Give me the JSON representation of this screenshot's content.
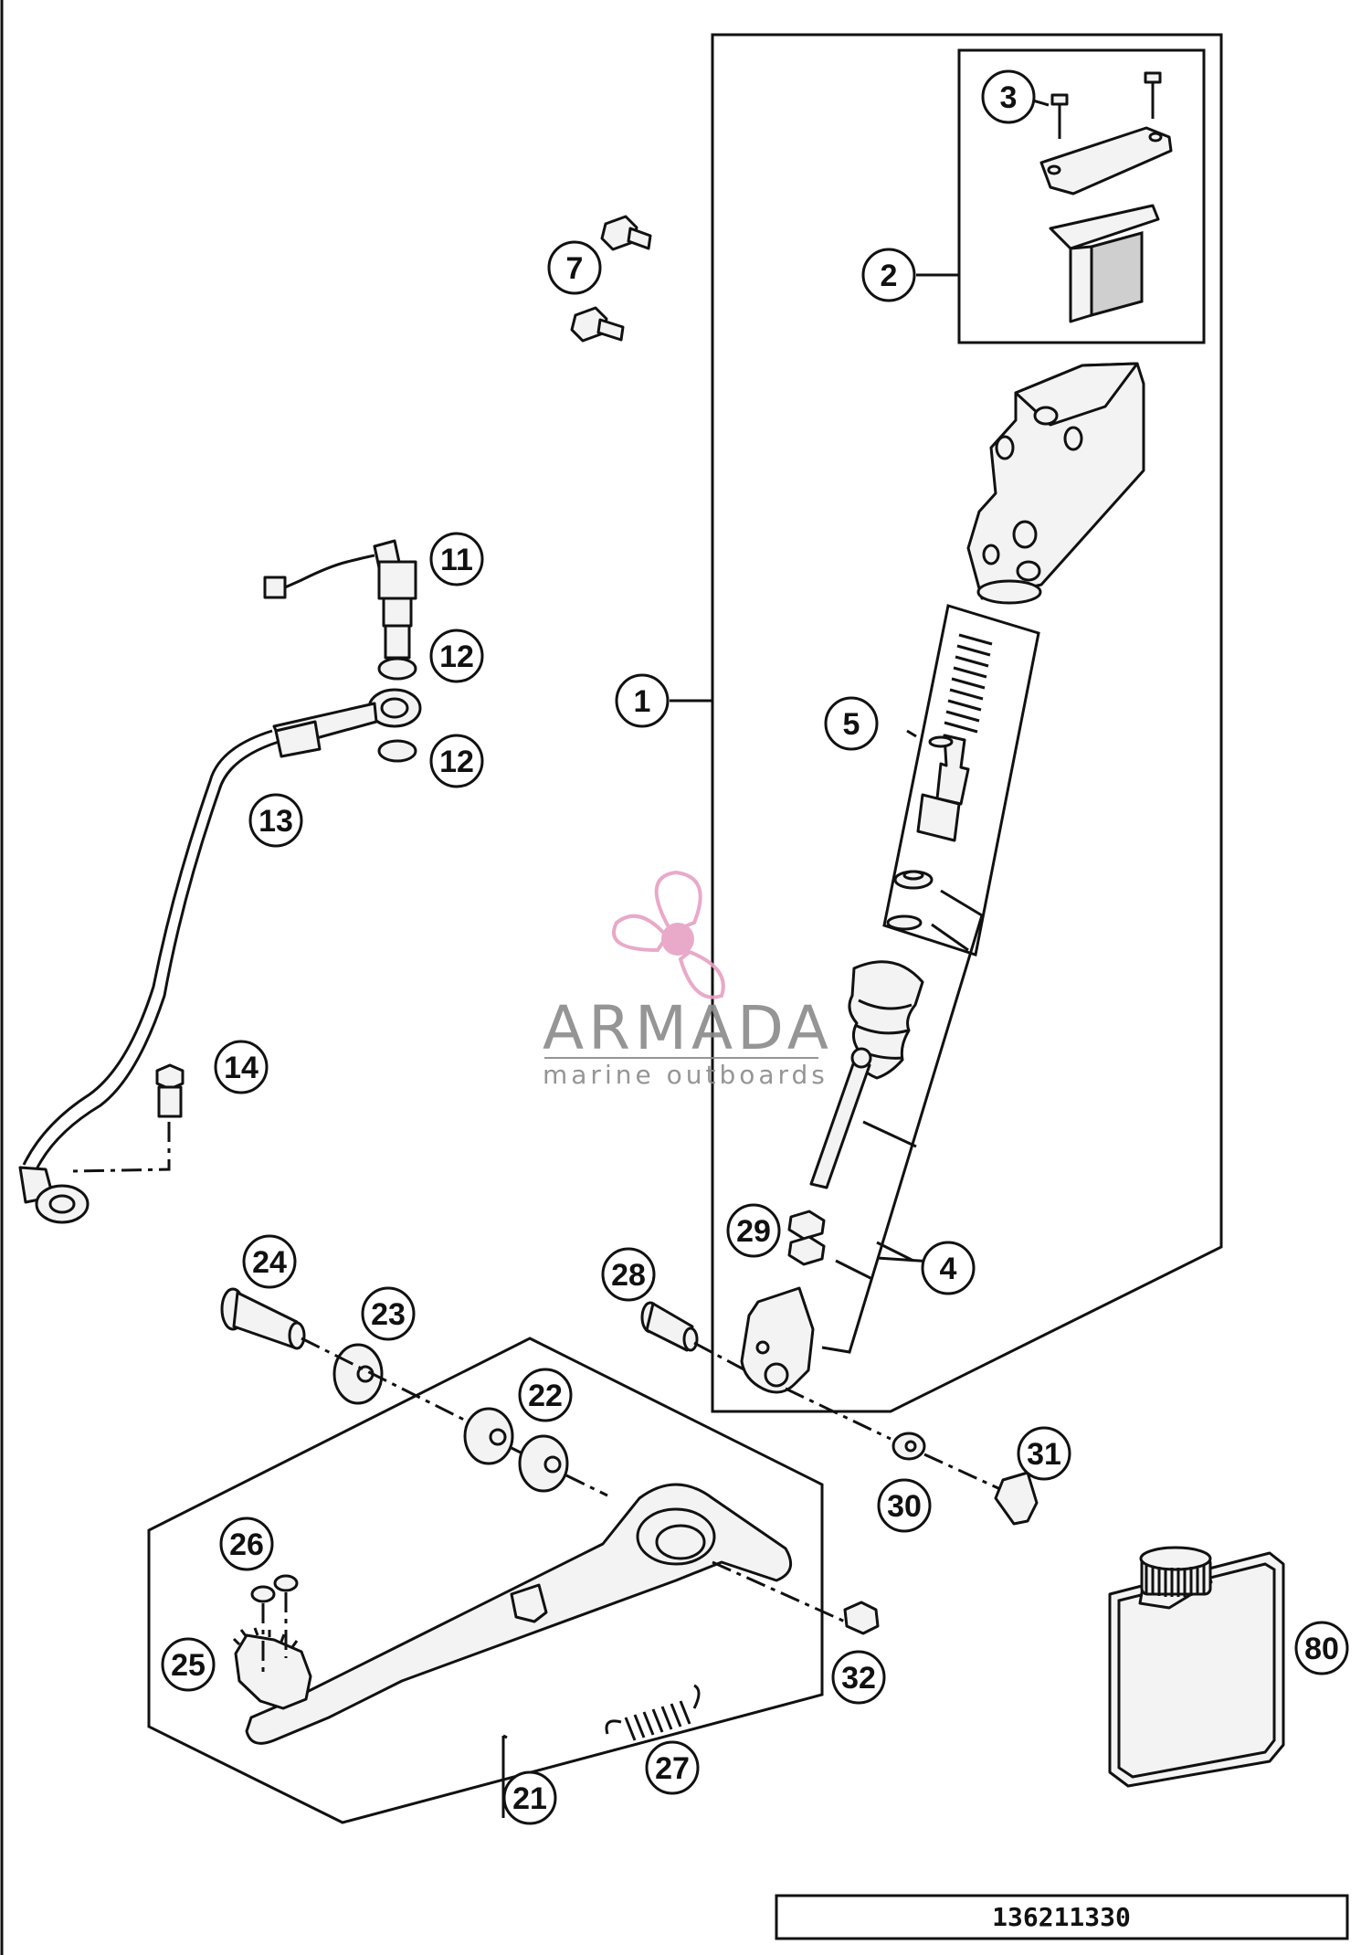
{
  "diagram": {
    "reference_number": "136211330",
    "watermark": {
      "brand": "ARMADA",
      "tagline": "marine outboards"
    },
    "callouts": [
      {
        "id": "c1",
        "label": "1"
      },
      {
        "id": "c2",
        "label": "2"
      },
      {
        "id": "c3",
        "label": "3"
      },
      {
        "id": "c4",
        "label": "4"
      },
      {
        "id": "c5",
        "label": "5"
      },
      {
        "id": "c7",
        "label": "7"
      },
      {
        "id": "c11",
        "label": "11"
      },
      {
        "id": "c12a",
        "label": "12"
      },
      {
        "id": "c12b",
        "label": "12"
      },
      {
        "id": "c13",
        "label": "13"
      },
      {
        "id": "c14",
        "label": "14"
      },
      {
        "id": "c21",
        "label": "21"
      },
      {
        "id": "c22",
        "label": "22"
      },
      {
        "id": "c23",
        "label": "23"
      },
      {
        "id": "c24",
        "label": "24"
      },
      {
        "id": "c25",
        "label": "25"
      },
      {
        "id": "c26",
        "label": "26"
      },
      {
        "id": "c27",
        "label": "27"
      },
      {
        "id": "c28",
        "label": "28"
      },
      {
        "id": "c29",
        "label": "29"
      },
      {
        "id": "c30",
        "label": "30"
      },
      {
        "id": "c31",
        "label": "31"
      },
      {
        "id": "c32",
        "label": "32"
      },
      {
        "id": "c80",
        "label": "80"
      }
    ]
  }
}
